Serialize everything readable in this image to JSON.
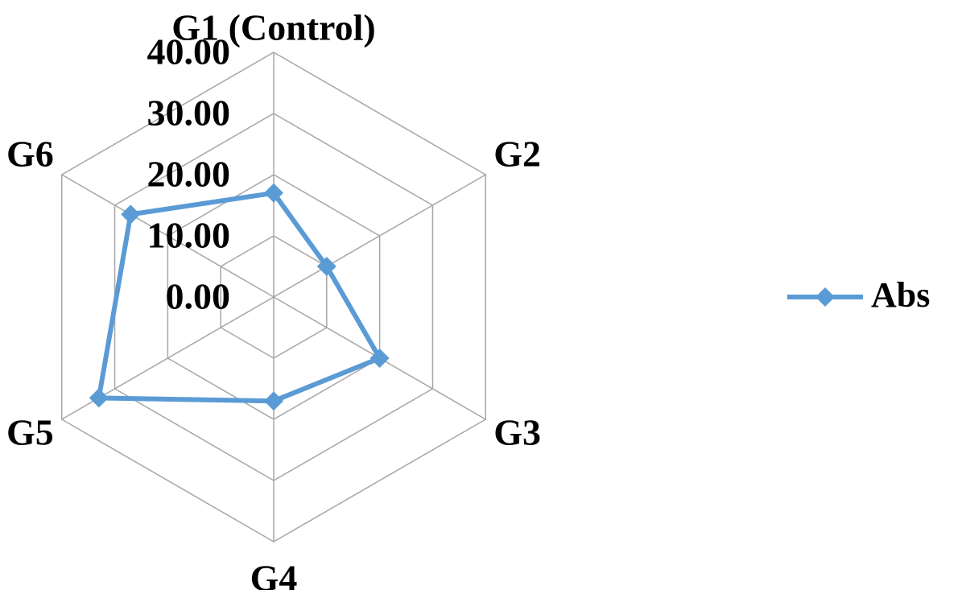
{
  "chart_data": {
    "type": "radar",
    "categories": [
      "G1 (Control)",
      "G2",
      "G3",
      "G4",
      "G5",
      "G6"
    ],
    "series": [
      {
        "name": "Abs",
        "values": [
          17.0,
          10.0,
          20.0,
          17.0,
          33.0,
          27.0
        ]
      }
    ],
    "rlim": [
      0,
      40
    ],
    "ticks": [
      0,
      10,
      20,
      30,
      40
    ],
    "tick_labels": [
      "0.00",
      "10.00",
      "20.00",
      "30.00",
      "40.00"
    ],
    "grid": true,
    "legend_position": "right",
    "colors": {
      "series": "#5b9bd5",
      "grid": "#a6a6a6"
    }
  }
}
